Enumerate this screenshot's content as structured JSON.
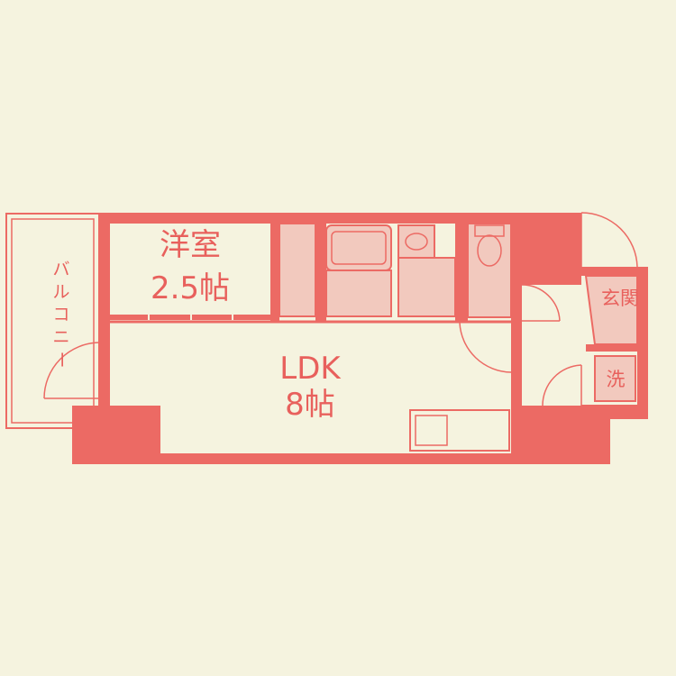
{
  "colors": {
    "background": "#f5f3df",
    "wall": "#ec6a64",
    "fixture": "#f2c9be",
    "label": "#e8605c"
  },
  "rooms": {
    "western": {
      "name": "洋室",
      "size": "2.5帖"
    },
    "ldk": {
      "name": "LDK",
      "size": "8帖"
    },
    "entrance": {
      "name": "玄関"
    },
    "washer": {
      "name": "洗"
    },
    "balcony": {
      "chars": [
        "バ",
        "ル",
        "コ",
        "ニ",
        "ー"
      ]
    }
  }
}
